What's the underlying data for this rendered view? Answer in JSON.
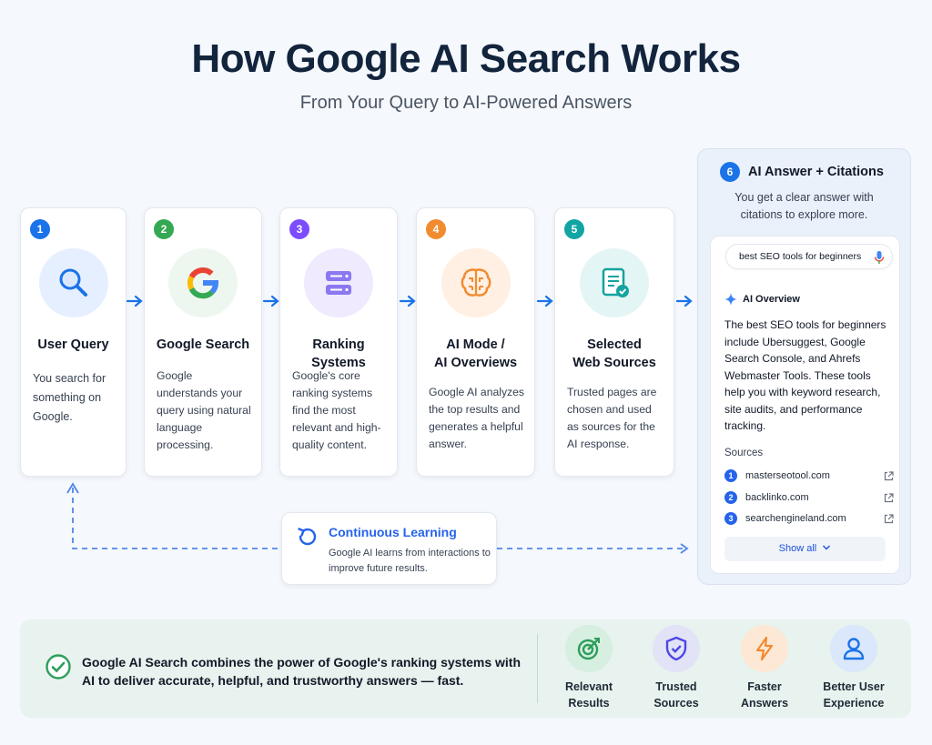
{
  "header": {
    "title": "How Google AI Search Works",
    "subtitle": "From Your Query to AI-Powered Answers"
  },
  "steps": [
    {
      "number": "1",
      "title": "User Query",
      "description": "You search for something on Google.",
      "icon": "magnifier-icon",
      "color": "#1a73e8"
    },
    {
      "number": "2",
      "title": "Google Search",
      "description": "Google understands your query using natural language processing.",
      "icon": "google-logo-icon",
      "color": "#34a853"
    },
    {
      "number": "3",
      "title": "Ranking Systems",
      "description": "Google's core ranking systems find the most relevant and high-quality content.",
      "icon": "server-stack-icon",
      "color": "#7c4dff"
    },
    {
      "number": "4",
      "title": "AI Mode /\nAI Overviews",
      "description": "Google AI analyzes the top results and generates a helpful answer.",
      "icon": "brain-icon",
      "color": "#f28b30"
    },
    {
      "number": "5",
      "title": "Selected\nWeb Sources",
      "description": "Trusted pages are chosen and used as sources for the AI response.",
      "icon": "document-check-icon",
      "color": "#12a4a4"
    }
  ],
  "answer": {
    "number": "6",
    "title": "AI Answer + Citations",
    "subtitle": "You get a clear answer with citations to explore more.",
    "search_query": "best SEO tools for beginners",
    "overview_label": "AI Overview",
    "overview_text": "The best SEO tools for beginners include Ubersuggest, Google Search Console, and Ahrefs Webmaster Tools. These tools help you with keyword research, site audits, and performance tracking.",
    "sources_label": "Sources",
    "sources": [
      {
        "number": "1",
        "name": "masterseotool.com"
      },
      {
        "number": "2",
        "name": "backlinko.com"
      },
      {
        "number": "3",
        "name": "searchengineland.com"
      }
    ],
    "show_all": "Show all"
  },
  "learning": {
    "title": "Continuous Learning",
    "description": "Google AI learns from interactions to improve future results."
  },
  "summary": {
    "text": "Google AI Search combines the power of Google's ranking systems with AI to deliver accurate, helpful, and trustworthy answers — fast.",
    "benefits": [
      {
        "label": "Relevant\nResults",
        "icon": "target-icon",
        "color": "#2e9e5b"
      },
      {
        "label": "Trusted\nSources",
        "icon": "shield-check-icon",
        "color": "#4f46e5"
      },
      {
        "label": "Faster\nAnswers",
        "icon": "lightning-icon",
        "color": "#f28b30"
      },
      {
        "label": "Better User\nExperience",
        "icon": "user-icon",
        "color": "#1a73e8"
      }
    ]
  }
}
